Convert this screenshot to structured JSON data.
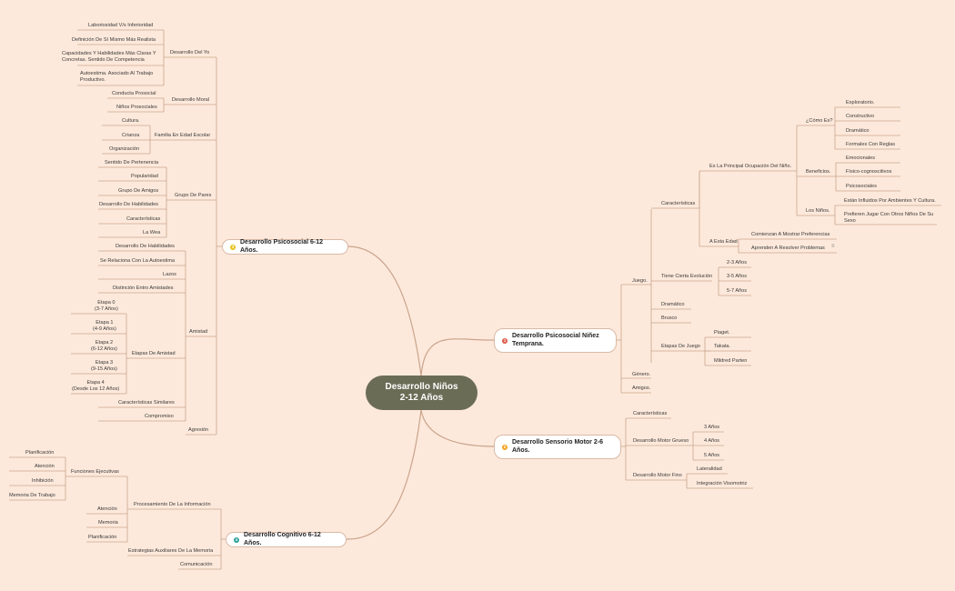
{
  "center": {
    "line1": "Desarrollo Niños",
    "line2": "2-12 Años"
  },
  "branches": {
    "b1": {
      "number": "1",
      "title": "Desarrollo Psicosocial Niñez Temprana.",
      "color": "#e05a47"
    },
    "b2": {
      "number": "2",
      "title": "Desarrollo Sensorio Motor 2-6 Años.",
      "color": "#f5a623"
    },
    "b3": {
      "number": "3",
      "title": "Desarrollo Psicosocial 6-12 Años.",
      "color": "#e8c21a"
    },
    "b4": {
      "number": "4",
      "title": "Desarrollo Cognitivo 6-12 Años.",
      "color": "#2aa198"
    }
  },
  "nodes": {
    "juego": "Juego.",
    "caracteristicas": "Características",
    "ocupacion": "Es La Principal Ocupación Del Niño.",
    "como_es": "¿Cómo Es?",
    "exploratorio": "Exploratorio.",
    "constructivo": "Constructivo",
    "dramatico1": "Dramático",
    "formales": "Formales Con Reglas",
    "beneficios": "Beneficios.",
    "emocionales": "Emocionales",
    "fisico": "Físico-cognoscitivos",
    "psicosociales": "Psicosociales",
    "los_ninos": "Los Niños.",
    "influidos": "Están Influidos Por Ambientes Y Cultura.",
    "prefieren": "Prefieren Jugar Con Otros Niños De Su Sexo",
    "a_esta_edad": "A Esta Edad",
    "comienzan": "Comienzan A Mostrar Preferencias",
    "aprenden": "Aprenden A Resolver Problemas",
    "evolucion": "Tiene Cierta Evolución",
    "a23": "2-3 Años",
    "a35": "3-5 Años",
    "a57": "5-7 Años",
    "dramatico2": "Dramático",
    "brusco": "Brusco",
    "etapas_juego": "Etapas De Juego",
    "piaget": "Piaget.",
    "takata": "Takata.",
    "mildred": "Mildred Parten",
    "genero": "Género.",
    "amigos": "Amigos.",
    "car2": "Características",
    "motor_grueso": "Desarrollo Motor Grueso",
    "tres": "3 Años",
    "cuatro": "4 Años",
    "cinco": "5 Años",
    "motor_fino": "Desarrollo Motor Fino",
    "lateralidad": "Lateralidad",
    "integracion": "Integración Visomotriz",
    "des_yo": "Desarrollo Del Yo",
    "laboriosidad": "Laboriosidad V/s Inferioridad",
    "definicion": "Definición De Sí Mismo Más Realista",
    "capacidades": "Capacidades Y Habilidades Más Claras Y Concretas. Sentido De Competencia",
    "autoestima": "Autoestima. Asociado Al Trabajo Productivo.",
    "moral": "Desarrollo Moral",
    "prosocial": "Conducta Prosocial",
    "ninos_pro": "Niños Prosociales",
    "familia": "Familia En Edad Escolar",
    "cultura": "Cultura.",
    "crianza": "Crianza",
    "organizacion": "Organización",
    "pares": "Grupo De Pares",
    "pertenencia": "Sentido De Pertenencia",
    "popularidad": "Popularidad",
    "grupo_amigos": "Grupo De Amigos",
    "des_habilidades": "Desarrollo De Habilidades",
    "caract3": "Características",
    "la_wea": "La Wea",
    "amistad": "Amistad",
    "des_hab2": "Desarrollo De Habilidades",
    "relaciona": "Se Relaciona Con La Autoestima",
    "lazos": "Lazos",
    "distincion": "Distinción Entro Amistades",
    "etapas_amistad": "Etapas De Amistad",
    "e0a": "Etapa 0",
    "e0b": "(3-7 Años)",
    "e1a": "Etapa 1",
    "e1b": "(4-9 Años)",
    "e2a": "Etapa 2",
    "e2b": "(6-12 Años)",
    "e3a": "Etapa 3",
    "e3b": "(9-15 Años)",
    "e4a": "Etapa 4",
    "e4b": "(Desde Los 12 Años)",
    "similares": "Características Similares",
    "compromiso": "Compromiso",
    "agresion": "Agresión",
    "procesamiento": "Procesamiento De La Información",
    "funciones": "Funciones Ejecutivas",
    "planificacion": "Planificación",
    "atencion": "Atención",
    "inhibicion": "Inhibición",
    "memoria_trabajo": "Memoria De Trabajo",
    "atencion2": "Atención",
    "memoria": "Memoria",
    "planificacion2": "Planificación",
    "estrategias": "Estrategias Auxiliares De La Memoria",
    "comunicacion": "Comunicación"
  },
  "colors": {
    "background": "#fde9db",
    "center": "#6b6c56",
    "line": "#c9a48d"
  }
}
